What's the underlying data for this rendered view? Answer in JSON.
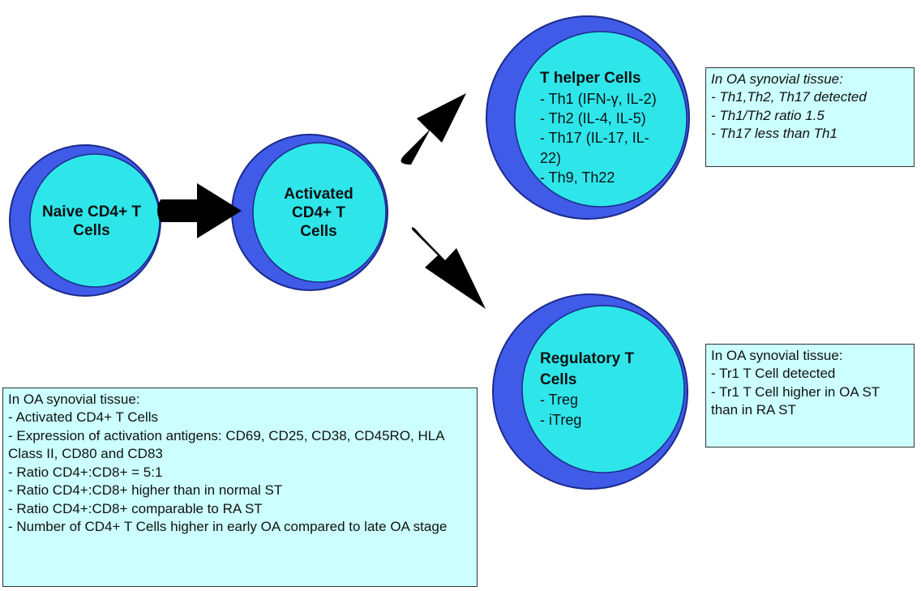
{
  "cells": {
    "naive": {
      "label": "Naive CD4+ T Cells"
    },
    "activated": {
      "label": "Activated CD4+ T Cells"
    },
    "helper": {
      "title": "T helper Cells",
      "items": [
        "- Th1 (IFN-γ, IL-2)",
        "- Th2 (IL-4, IL-5)",
        "- Th17 (IL-17, IL-22)",
        "- Th9, Th22"
      ]
    },
    "regulatory": {
      "title": "Regulatory T Cells",
      "items": [
        "- Treg",
        "- iTreg"
      ]
    }
  },
  "notes": {
    "helper": {
      "lines": [
        "In OA synovial tissue:",
        "- Th1,Th2, Th17 detected",
        "- Th1/Th2 ratio 1.5",
        "- Th17 less than Th1"
      ]
    },
    "regulatory": {
      "lines": [
        "In OA synovial tissue:",
        "- Tr1 T Cell detected",
        "- Tr1 T Cell higher in OA ST than in RA ST"
      ]
    },
    "main": {
      "lines": [
        "In OA synovial tissue:",
        "- Activated CD4+ T Cells",
        "- Expression of activation antigens: CD69, CD25, CD38, CD45RO, HLA Class II, CD80 and CD83",
        "- Ratio CD4+:CD8+ = 5:1",
        "- Ratio CD4+:CD8+ higher than in normal ST",
        "- Ratio CD4+:CD8+ comparable to RA ST",
        "- Number of CD4+ T Cells higher in early OA compared to late OA stage"
      ]
    }
  },
  "colors": {
    "outer_circle": "#3f5be8",
    "inner_circle": "#2ee6ea",
    "note_fill": "#ccffff",
    "arrow": "#000000"
  }
}
